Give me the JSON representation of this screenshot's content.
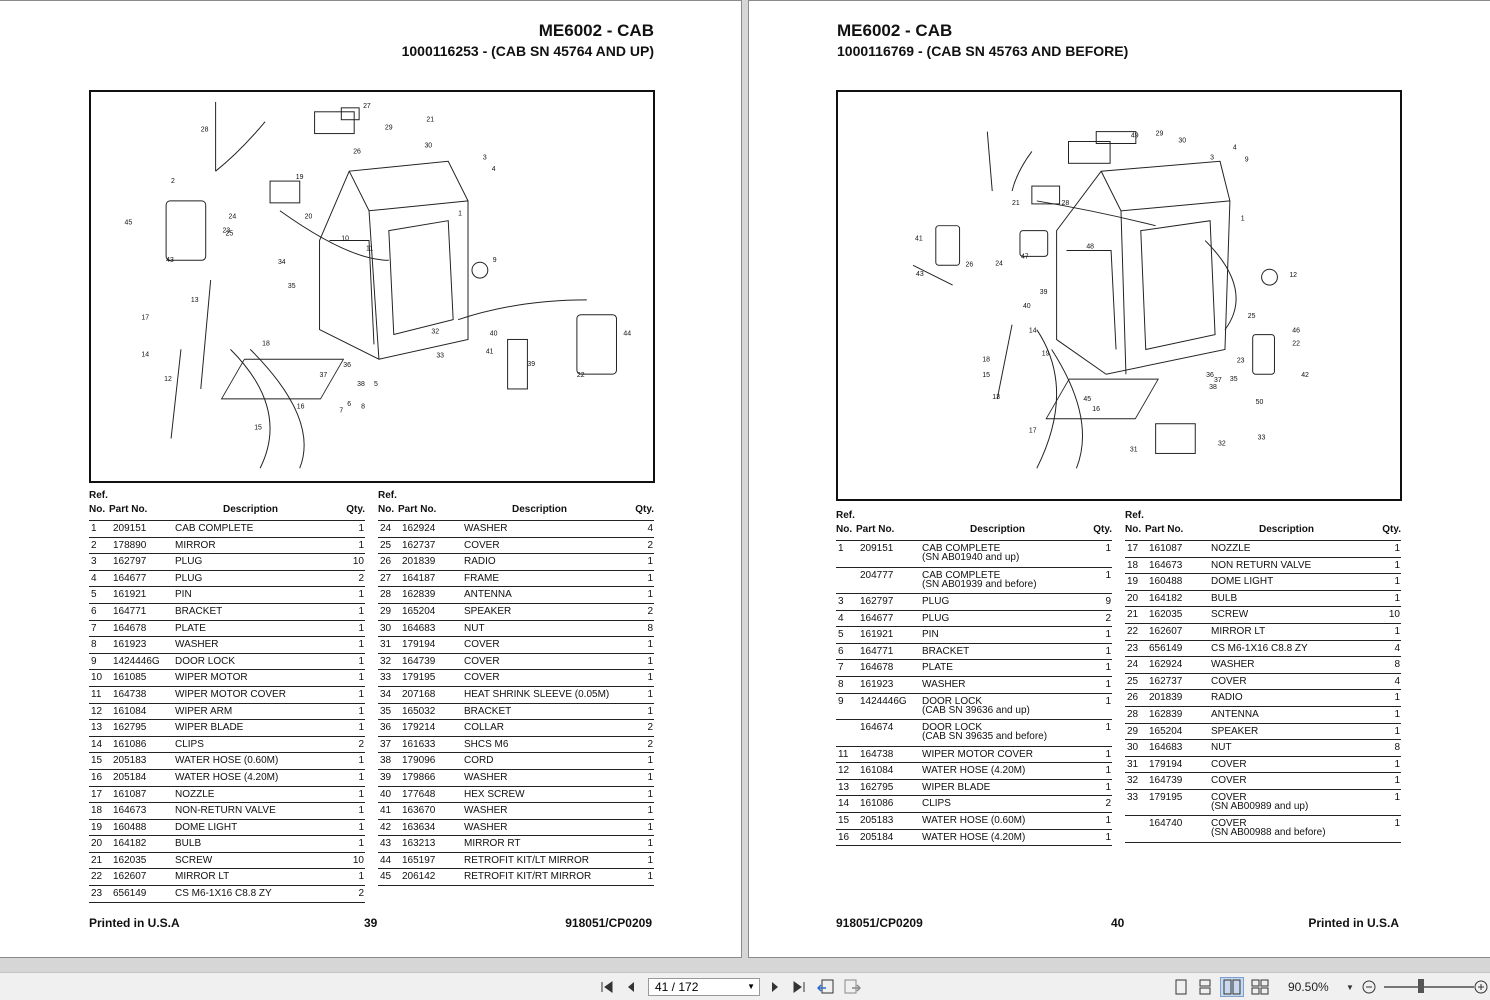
{
  "left": {
    "title": "ME6002 - CAB",
    "subtitle": "1000116253 - (CAB SN 45764 AND UP)",
    "figure_callouts": [
      "1",
      "2",
      "3",
      "4",
      "5",
      "6",
      "7",
      "8",
      "9",
      "10",
      "11",
      "12",
      "13",
      "14",
      "15",
      "16",
      "17",
      "18",
      "19",
      "20",
      "21",
      "22",
      "23",
      "24",
      "25",
      "26",
      "27",
      "28",
      "29",
      "30",
      "32",
      "33",
      "34",
      "35",
      "36",
      "37",
      "38",
      "39",
      "40",
      "41",
      "43",
      "44",
      "45"
    ],
    "headers": {
      "ref1": "Ref.",
      "ref2": "No.",
      "part": "Part No.",
      "desc": "Description",
      "qty": "Qty."
    },
    "table1": [
      [
        "1",
        "209151",
        "CAB COMPLETE",
        "1"
      ],
      [
        "2",
        "178890",
        "MIRROR",
        "1"
      ],
      [
        "3",
        "162797",
        "PLUG",
        "10"
      ],
      [
        "4",
        "164677",
        "PLUG",
        "2"
      ],
      [
        "5",
        "161921",
        "PIN",
        "1"
      ],
      [
        "6",
        "164771",
        "BRACKET",
        "1"
      ],
      [
        "7",
        "164678",
        "PLATE",
        "1"
      ],
      [
        "8",
        "161923",
        "WASHER",
        "1"
      ],
      [
        "9",
        "1424446G",
        "DOOR LOCK",
        "1"
      ],
      [
        "10",
        "161085",
        "WIPER MOTOR",
        "1"
      ],
      [
        "11",
        "164738",
        "WIPER MOTOR COVER",
        "1"
      ],
      [
        "12",
        "161084",
        "WIPER ARM",
        "1"
      ],
      [
        "13",
        "162795",
        "WIPER BLADE",
        "1"
      ],
      [
        "14",
        "161086",
        "CLIPS",
        "2"
      ],
      [
        "15",
        "205183",
        "WATER HOSE (0.60M)",
        "1"
      ],
      [
        "16",
        "205184",
        "WATER HOSE (4.20M)",
        "1"
      ],
      [
        "17",
        "161087",
        "NOZZLE",
        "1"
      ],
      [
        "18",
        "164673",
        "NON-RETURN VALVE",
        "1"
      ],
      [
        "19",
        "160488",
        "DOME LIGHT",
        "1"
      ],
      [
        "20",
        "164182",
        "BULB",
        "1"
      ],
      [
        "21",
        "162035",
        "SCREW",
        "10"
      ],
      [
        "22",
        "162607",
        "MIRROR LT",
        "1"
      ],
      [
        "23",
        "656149",
        "CS M6-1X16 C8.8 ZY",
        "2"
      ]
    ],
    "table2": [
      [
        "24",
        "162924",
        "WASHER",
        "4"
      ],
      [
        "25",
        "162737",
        "COVER",
        "2"
      ],
      [
        "26",
        "201839",
        "RADIO",
        "1"
      ],
      [
        "27",
        "164187",
        "FRAME",
        "1"
      ],
      [
        "28",
        "162839",
        "ANTENNA",
        "1"
      ],
      [
        "29",
        "165204",
        "SPEAKER",
        "2"
      ],
      [
        "30",
        "164683",
        "NUT",
        "8"
      ],
      [
        "31",
        "179194",
        "COVER",
        "1"
      ],
      [
        "32",
        "164739",
        "COVER",
        "1"
      ],
      [
        "33",
        "179195",
        "COVER",
        "1"
      ],
      [
        "34",
        "207168",
        "HEAT SHRINK SLEEVE (0.05M)",
        "1"
      ],
      [
        "35",
        "165032",
        "BRACKET",
        "1"
      ],
      [
        "36",
        "179214",
        "COLLAR",
        "2"
      ],
      [
        "37",
        "161633",
        "SHCS M6",
        "2"
      ],
      [
        "38",
        "179096",
        "CORD",
        "1"
      ],
      [
        "39",
        "179866",
        "WASHER",
        "1"
      ],
      [
        "40",
        "177648",
        "HEX SCREW",
        "1"
      ],
      [
        "41",
        "163670",
        "WASHER",
        "1"
      ],
      [
        "42",
        "163634",
        "WASHER",
        "1"
      ],
      [
        "43",
        "163213",
        "MIRROR RT",
        "1"
      ],
      [
        "44",
        "165197",
        "RETROFIT KIT/LT MIRROR",
        "1"
      ],
      [
        "45",
        "206142",
        "RETROFIT KIT/RT MIRROR",
        "1"
      ]
    ],
    "footer_left": "Printed in U.S.A",
    "footer_center": "39",
    "footer_right": "918051/CP0209"
  },
  "right": {
    "title": "ME6002 - CAB",
    "subtitle": "1000116769 - (CAB SN 45763 AND BEFORE)",
    "figure_callouts": [
      "1",
      "3",
      "4",
      "9",
      "12",
      "13",
      "14",
      "15",
      "16",
      "17",
      "18",
      "19",
      "21",
      "22",
      "23",
      "24",
      "25",
      "26",
      "28",
      "29",
      "30",
      "31",
      "32",
      "33",
      "35",
      "36",
      "37",
      "38",
      "39",
      "40",
      "41",
      "42",
      "43",
      "45",
      "46",
      "47",
      "48",
      "49",
      "50"
    ],
    "headers": {
      "ref1": "Ref.",
      "ref2": "No.",
      "part": "Part No.",
      "desc": "Description",
      "qty": "Qty."
    },
    "table1": [
      [
        "1",
        "209151",
        "CAB COMPLETE",
        "(SN AB01940 and up)",
        "1"
      ],
      [
        "",
        "204777",
        "CAB COMPLETE",
        "(SN AB01939 and before)",
        "1"
      ],
      [
        "3",
        "162797",
        "PLUG",
        "",
        "9"
      ],
      [
        "4",
        "164677",
        "PLUG",
        "",
        "2"
      ],
      [
        "5",
        "161921",
        "PIN",
        "",
        "1"
      ],
      [
        "6",
        "164771",
        "BRACKET",
        "",
        "1"
      ],
      [
        "7",
        "164678",
        "PLATE",
        "",
        "1"
      ],
      [
        "8",
        "161923",
        "WASHER",
        "",
        "1"
      ],
      [
        "9",
        "1424446G",
        "DOOR LOCK",
        "(CAB SN 39636 and up)",
        "1"
      ],
      [
        "",
        "164674",
        "DOOR LOCK",
        "(CAB SN 39635 and before)",
        "1"
      ],
      [
        "11",
        "164738",
        "WIPER MOTOR COVER",
        "",
        "1"
      ],
      [
        "12",
        "161084",
        "WATER HOSE (4.20M)",
        "",
        "1"
      ],
      [
        "13",
        "162795",
        "WIPER BLADE",
        "",
        "1"
      ],
      [
        "14",
        "161086",
        "CLIPS",
        "",
        "2"
      ],
      [
        "15",
        "205183",
        "WATER HOSE (0.60M)",
        "",
        "1"
      ],
      [
        "16",
        "205184",
        "WATER HOSE (4.20M)",
        "",
        "1"
      ]
    ],
    "table2": [
      [
        "17",
        "161087",
        "NOZZLE",
        "",
        "1"
      ],
      [
        "18",
        "164673",
        "NON RETURN VALVE",
        "",
        "1"
      ],
      [
        "19",
        "160488",
        "DOME LIGHT",
        "",
        "1"
      ],
      [
        "20",
        "164182",
        "BULB",
        "",
        "1"
      ],
      [
        "21",
        "162035",
        "SCREW",
        "",
        "10"
      ],
      [
        "22",
        "162607",
        "MIRROR LT",
        "",
        "1"
      ],
      [
        "23",
        "656149",
        "CS M6-1X16 C8.8 ZY",
        "",
        "4"
      ],
      [
        "24",
        "162924",
        "WASHER",
        "",
        "8"
      ],
      [
        "25",
        "162737",
        "COVER",
        "",
        "4"
      ],
      [
        "26",
        "201839",
        "RADIO",
        "",
        "1"
      ],
      [
        "28",
        "162839",
        "ANTENNA",
        "",
        "1"
      ],
      [
        "29",
        "165204",
        "SPEAKER",
        "",
        "1"
      ],
      [
        "30",
        "164683",
        "NUT",
        "",
        "8"
      ],
      [
        "31",
        "179194",
        "COVER",
        "",
        "1"
      ],
      [
        "32",
        "164739",
        "COVER",
        "",
        "1"
      ],
      [
        "33",
        "179195",
        "COVER",
        "(SN AB00989 and up)",
        "1"
      ],
      [
        "",
        "164740",
        "COVER",
        "(SN AB00988 and before)",
        "1"
      ]
    ],
    "footer_left": "918051/CP0209",
    "footer_center": "40",
    "footer_right": "Printed in U.S.A"
  },
  "toolbar": {
    "page_value": "41 / 172",
    "zoom": "90.50%",
    "icons": [
      "first-page-icon",
      "prev-page-icon",
      "next-page-icon",
      "last-page-icon",
      "previous-view-icon",
      "next-view-icon",
      "single-page-icon",
      "continuous-icon",
      "facing-icon",
      "continuous-facing-icon",
      "zoom-dropdown-icon",
      "zoom-out-icon",
      "zoom-in-icon"
    ]
  }
}
